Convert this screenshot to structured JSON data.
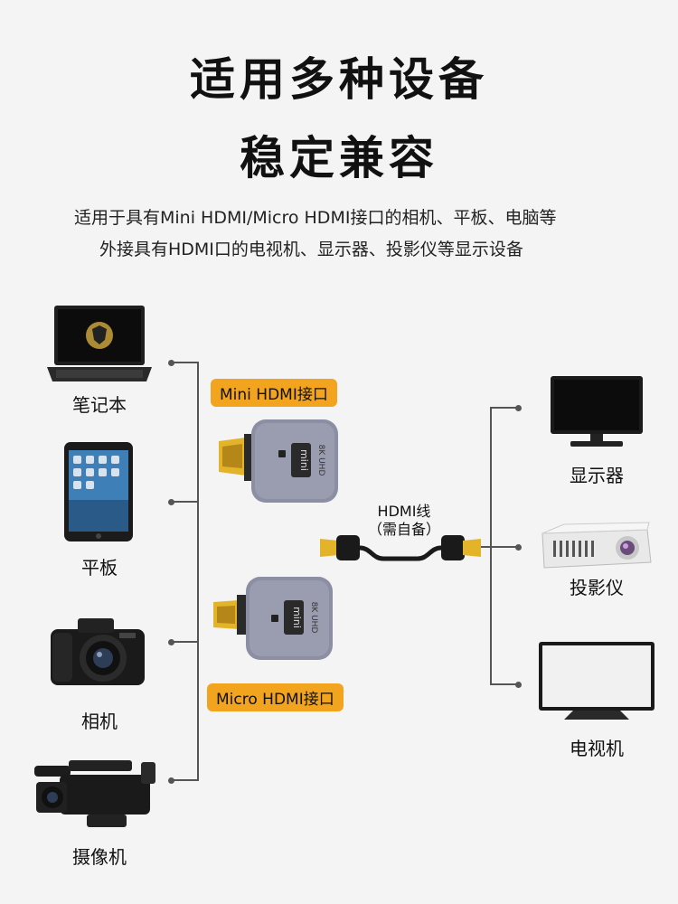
{
  "heading": {
    "line1": "适用多种设备",
    "line2": "稳定兼容"
  },
  "description": {
    "line1": "适用于具有Mini HDMI/Micro HDMI接口的相机、平板、电脑等",
    "line2": "外接具有HDMI口的电视机、显示器、投影仪等显示设备"
  },
  "sources": [
    {
      "label": "笔记本",
      "icon": "laptop-icon"
    },
    {
      "label": "平板",
      "icon": "tablet-icon"
    },
    {
      "label": "相机",
      "icon": "camera-icon"
    },
    {
      "label": "摄像机",
      "icon": "camcorder-icon"
    }
  ],
  "adapters": {
    "mini": {
      "label": "Mini HDMI接口",
      "body_text": "mini",
      "tag": "8K UHD"
    },
    "micro": {
      "label": "Micro HDMI接口",
      "body_text": "mini",
      "tag": "8K UHD"
    }
  },
  "cable": {
    "label": "HDMI线",
    "note": "（需自备）"
  },
  "displays": [
    {
      "label": "显示器",
      "icon": "monitor-icon"
    },
    {
      "label": "投影仪",
      "icon": "projector-icon",
      "brand": ""
    },
    {
      "label": "电视机",
      "icon": "tv-icon"
    }
  ],
  "colors": {
    "accent": "#f2a41e",
    "adapter_body": "#8c8fa3",
    "connector_gold": "#e3b42a",
    "line": "#555555"
  }
}
